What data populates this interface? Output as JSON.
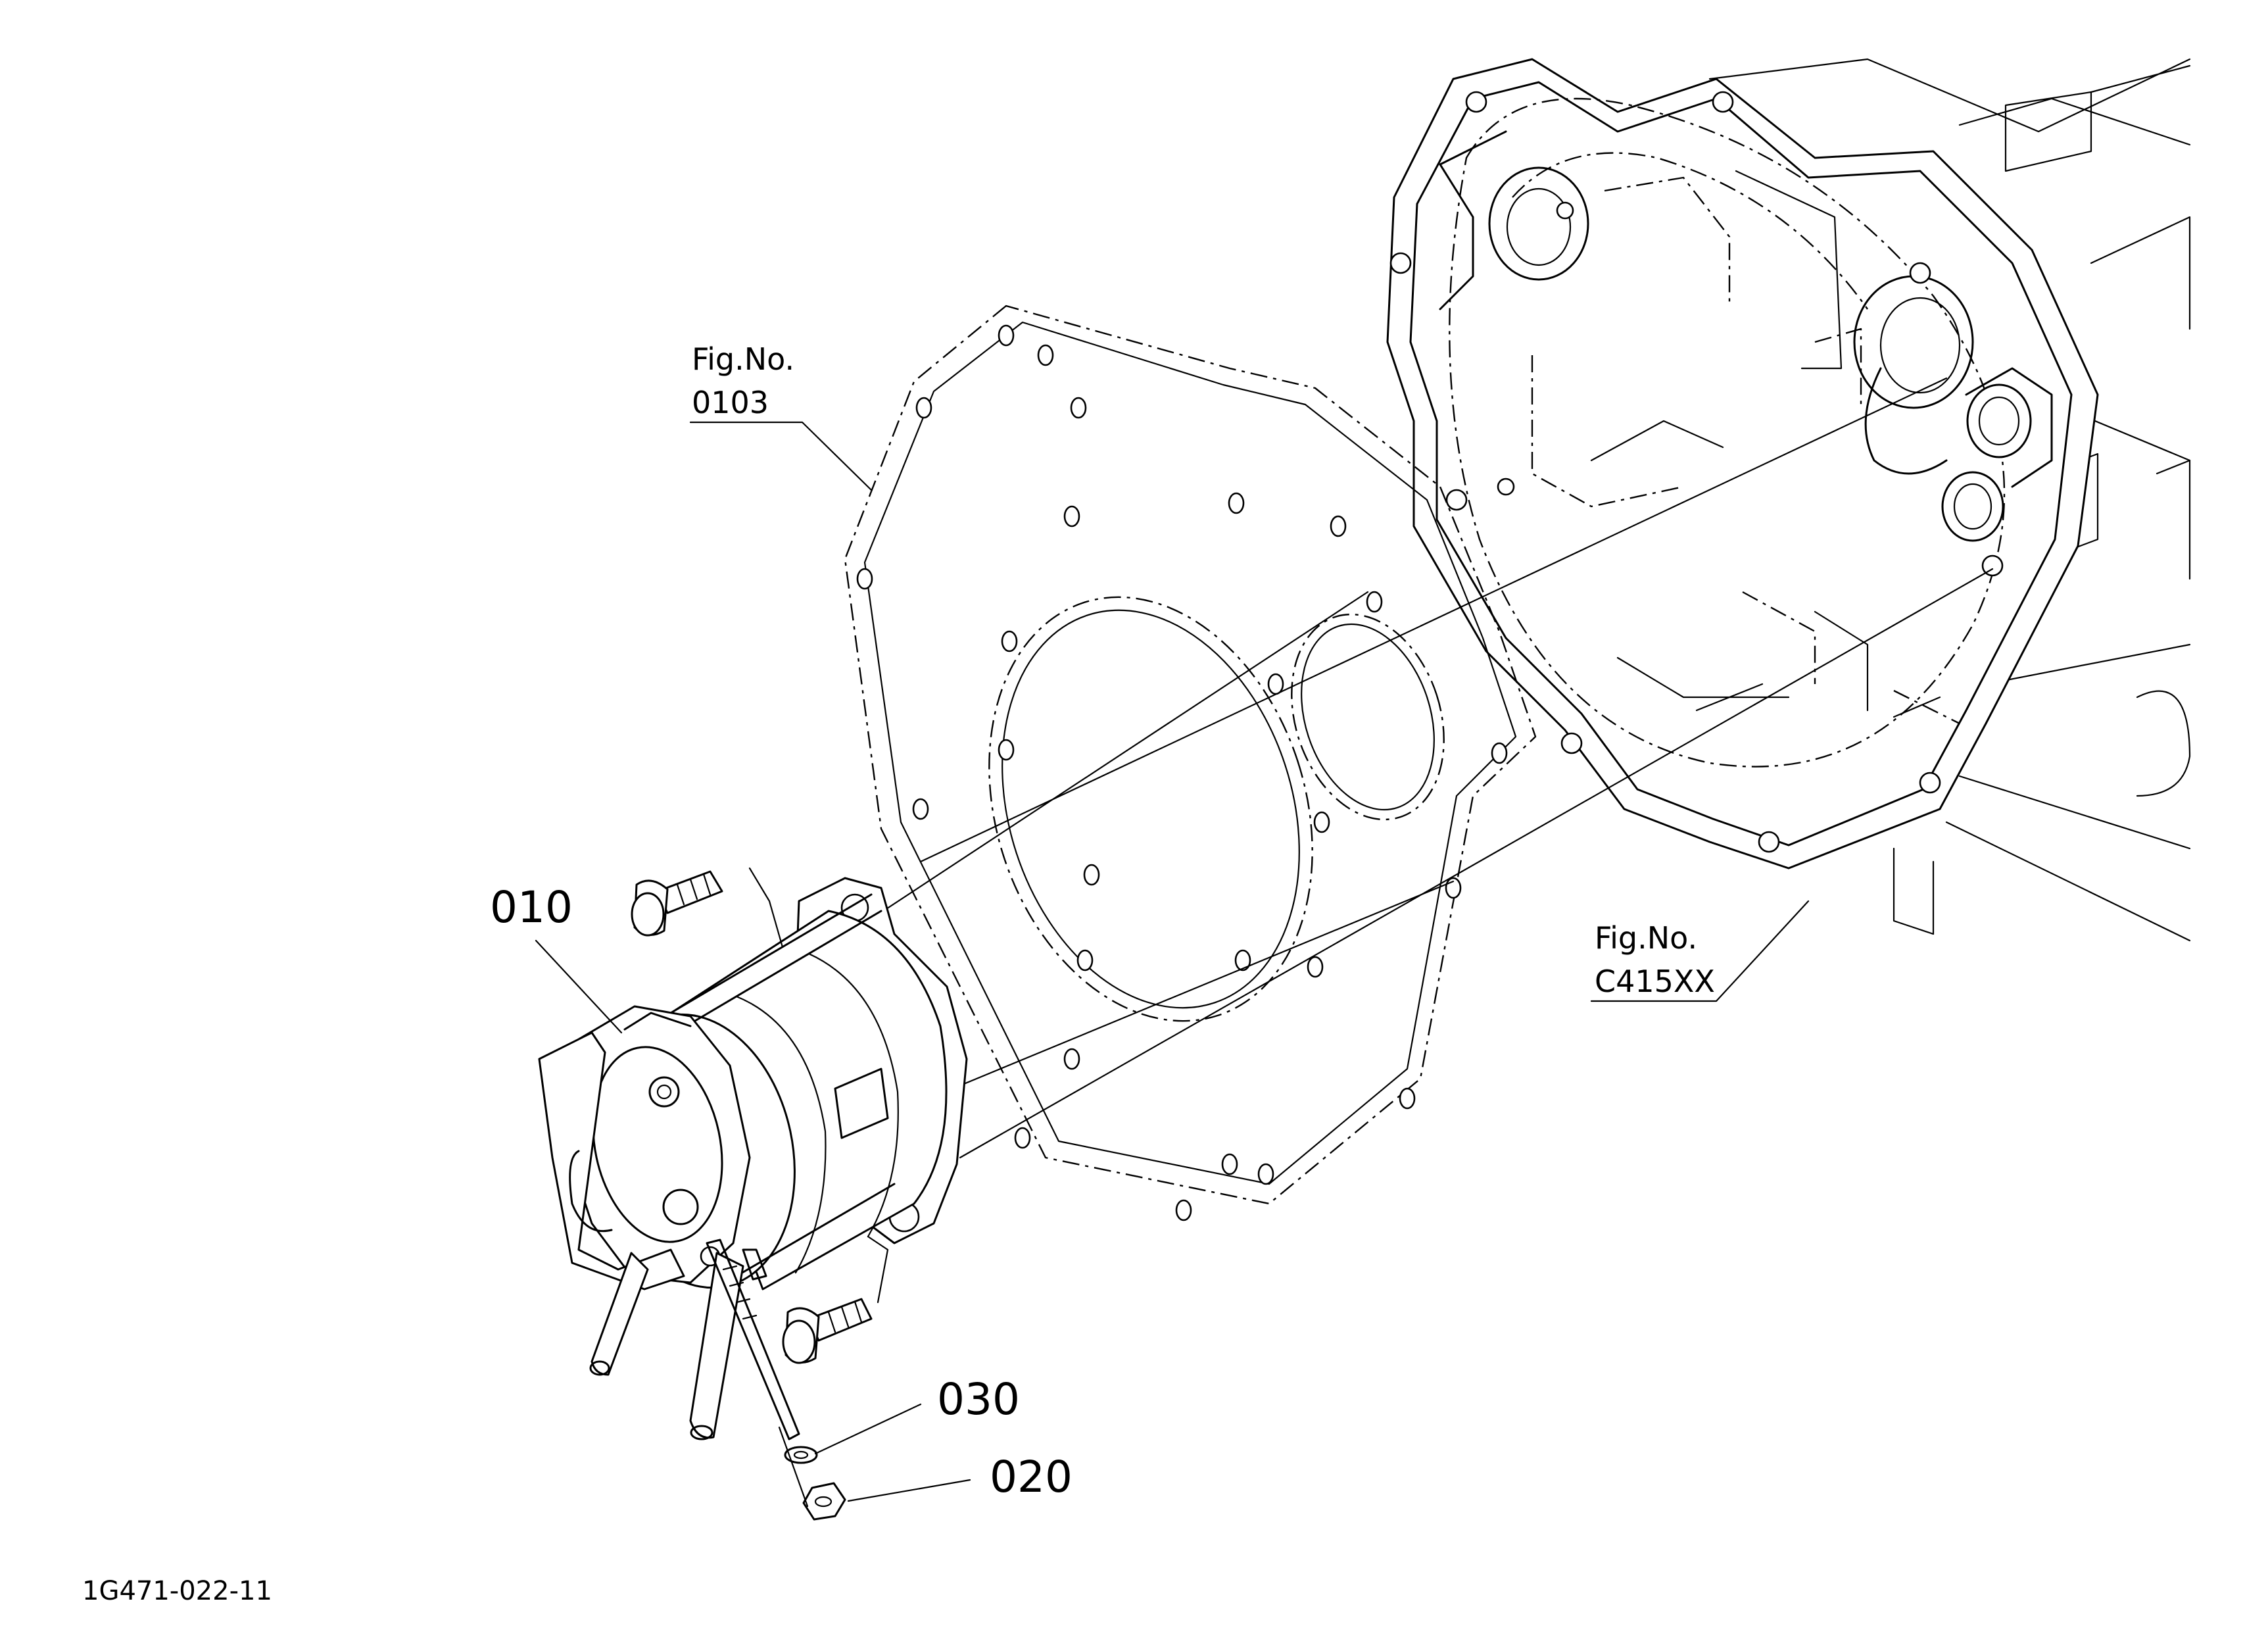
{
  "diagram": {
    "drawing_id": "1G471-022-11",
    "callouts": [
      {
        "key": "plate",
        "line1": "Fig.No.",
        "line2": "0103"
      },
      {
        "key": "housing",
        "line1": "Fig.No.",
        "line2": "C415XX"
      }
    ],
    "parts": [
      {
        "key": "starter",
        "number": "010"
      },
      {
        "key": "washer",
        "number": "030"
      },
      {
        "key": "nut",
        "number": "020"
      }
    ]
  }
}
